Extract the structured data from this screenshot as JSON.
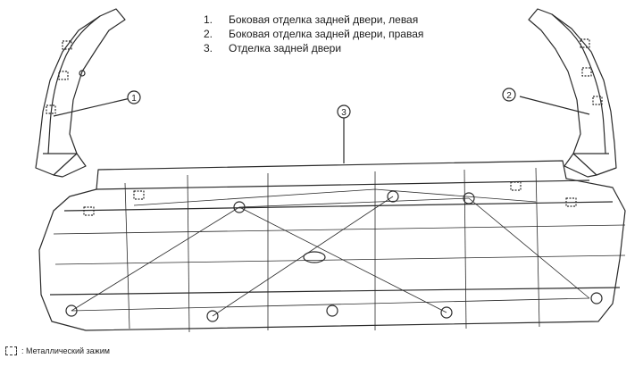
{
  "legend": [
    {
      "num": "1.",
      "text": "Боковая отделка задней двери, левая"
    },
    {
      "num": "2.",
      "text": "Боковая отделка задней двери, правая"
    },
    {
      "num": "3.",
      "text": "Отделка задней двери"
    }
  ],
  "callouts": {
    "c1": "1",
    "c2": "2",
    "c3": "3"
  },
  "clip_note": ": Металлический зажим",
  "colors": {
    "line": "#2a2a2a",
    "background": "#ffffff"
  }
}
